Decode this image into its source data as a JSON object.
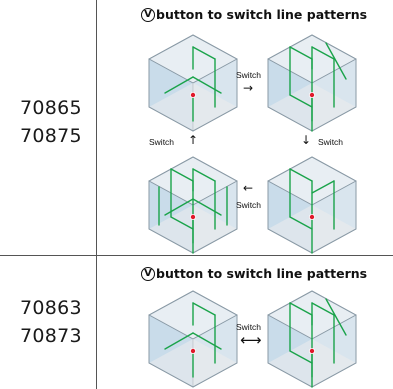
{
  "sections": [
    {
      "models": [
        "70865",
        "70875"
      ],
      "heading_badge": "V",
      "heading_text": "button to switch line patterns",
      "switch_labels": [
        "Switch",
        "Switch",
        "Switch",
        "Switch"
      ],
      "arrows": [
        "→",
        "↓",
        "←",
        "↑"
      ]
    },
    {
      "models": [
        "70863",
        "70873"
      ],
      "heading_badge": "V",
      "heading_text": "button to switch line patterns",
      "switch_labels": [
        "Switch"
      ],
      "arrows": [
        "⟷"
      ]
    }
  ],
  "colors": {
    "laser_line": "#1aa34a",
    "laser_dot": "#e0192b",
    "cube_top": "#e8eef3",
    "cube_left": "#c9dcea",
    "cube_right": "#d9e5ee",
    "cube_floor": "#ededed",
    "cube_edge": "#8a9aa6"
  }
}
